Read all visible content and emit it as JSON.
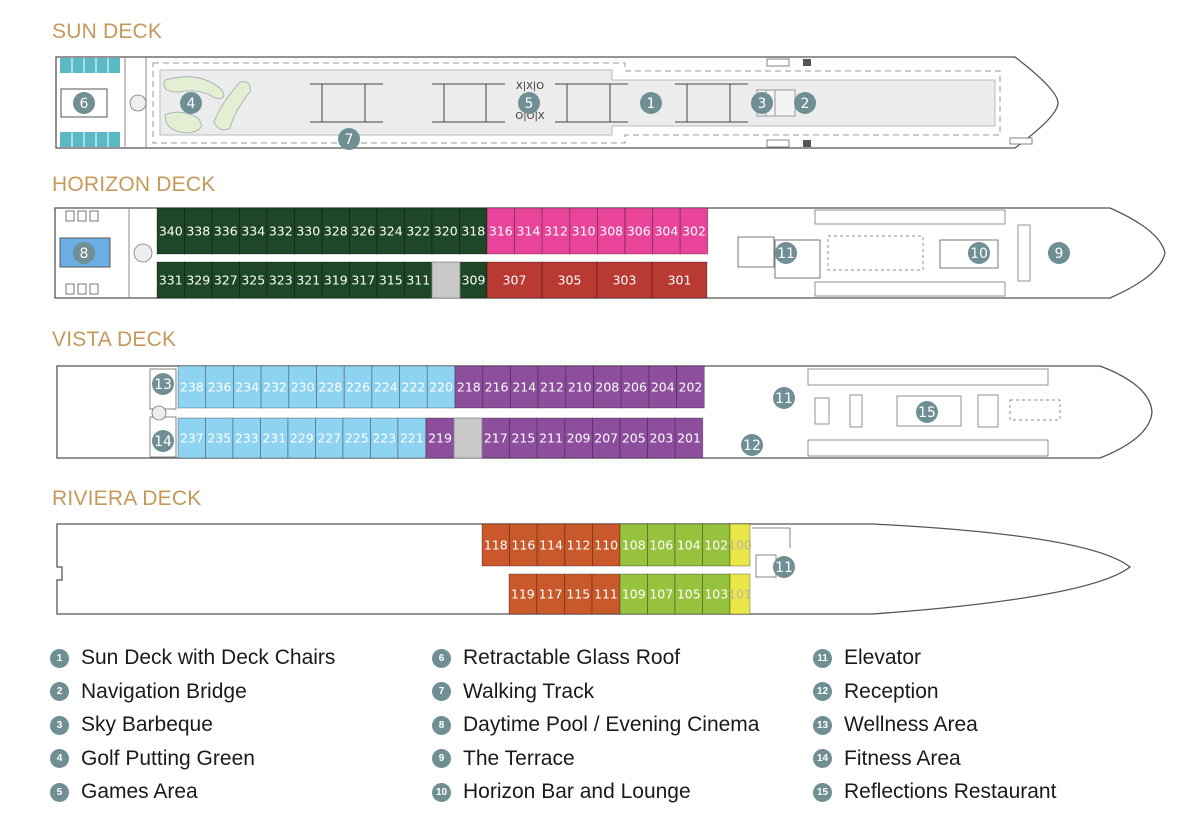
{
  "colors": {
    "title": "#c4995a",
    "badge": "#6f8f94",
    "horizon_green": "#1d4727",
    "horizon_pink": "#e8449a",
    "horizon_red": "#b83a32",
    "vista_blue": "#8fd3f2",
    "vista_purple": "#8e4e9e",
    "riviera_orange": "#c9582a",
    "riviera_lime": "#97c23d",
    "riviera_yellow": "#e9e74a"
  },
  "decks": {
    "sun": {
      "title": "SUN DECK",
      "markers": [
        "1",
        "2",
        "3",
        "4",
        "5",
        "6",
        "7"
      ]
    },
    "horizon": {
      "title": "HORIZON DECK",
      "top_green": [
        "340",
        "338",
        "336",
        "334",
        "332",
        "330",
        "328",
        "326",
        "324",
        "322",
        "320",
        "318"
      ],
      "top_pink": [
        "316",
        "314",
        "312",
        "310",
        "308",
        "306",
        "304",
        "302"
      ],
      "bottom_green": [
        "331",
        "329",
        "327",
        "325",
        "323",
        "321",
        "319",
        "317",
        "315",
        "311"
      ],
      "bottom_green_after_stairs": [
        "309"
      ],
      "bottom_red": [
        "307",
        "305",
        "303",
        "301"
      ],
      "markers": [
        "8",
        "9",
        "10",
        "11"
      ]
    },
    "vista": {
      "title": "VISTA DECK",
      "top_blue": [
        "238",
        "236",
        "234",
        "232",
        "230",
        "228",
        "226",
        "224",
        "222",
        "220"
      ],
      "top_purple": [
        "218",
        "216",
        "214",
        "212",
        "210",
        "208",
        "206",
        "204",
        "202"
      ],
      "bottom_blue": [
        "237",
        "235",
        "233",
        "231",
        "229",
        "227",
        "225",
        "223",
        "221"
      ],
      "bottom_purple_before_stairs": [
        "219"
      ],
      "bottom_purple": [
        "217",
        "215",
        "211",
        "209",
        "207",
        "205",
        "203",
        "201"
      ],
      "markers": [
        "11",
        "12",
        "13",
        "14",
        "15"
      ]
    },
    "riviera": {
      "title": "RIVIERA DECK",
      "top_orange": [
        "118",
        "116",
        "114",
        "112",
        "110"
      ],
      "top_lime": [
        "108",
        "106",
        "104",
        "102"
      ],
      "top_yellow": [
        "100"
      ],
      "bottom_orange": [
        "119",
        "117",
        "115",
        "111"
      ],
      "bottom_lime": [
        "109",
        "107",
        "105",
        "103"
      ],
      "bottom_yellow": [
        "101"
      ],
      "markers": [
        "11"
      ]
    }
  },
  "legend": [
    {
      "num": "1",
      "label": "Sun Deck with Deck Chairs"
    },
    {
      "num": "2",
      "label": "Navigation Bridge"
    },
    {
      "num": "3",
      "label": "Sky Barbeque"
    },
    {
      "num": "4",
      "label": "Golf Putting Green"
    },
    {
      "num": "5",
      "label": "Games Area"
    },
    {
      "num": "6",
      "label": "Retractable Glass Roof"
    },
    {
      "num": "7",
      "label": "Walking Track"
    },
    {
      "num": "8",
      "label": "Daytime Pool / Evening Cinema"
    },
    {
      "num": "9",
      "label": "The Terrace"
    },
    {
      "num": "10",
      "label": "Horizon Bar and Lounge"
    },
    {
      "num": "11",
      "label": "Elevator"
    },
    {
      "num": "12",
      "label": "Reception"
    },
    {
      "num": "13",
      "label": "Wellness Area"
    },
    {
      "num": "14",
      "label": "Fitness Area"
    },
    {
      "num": "15",
      "label": "Reflections Restaurant"
    }
  ]
}
